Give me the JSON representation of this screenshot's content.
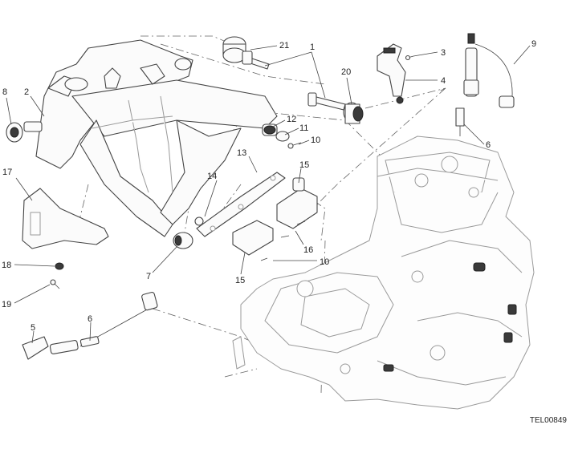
{
  "diagram": {
    "reference_code": "TEL00849",
    "callouts": [
      {
        "id": "c21",
        "label": "21"
      },
      {
        "id": "c1",
        "label": "1"
      },
      {
        "id": "c3",
        "label": "3"
      },
      {
        "id": "c4",
        "label": "4"
      },
      {
        "id": "c9",
        "label": "9"
      },
      {
        "id": "c8",
        "label": "8"
      },
      {
        "id": "c2",
        "label": "2"
      },
      {
        "id": "c20",
        "label": "20"
      },
      {
        "id": "c12",
        "label": "12"
      },
      {
        "id": "c11",
        "label": "11"
      },
      {
        "id": "c10a",
        "label": "10"
      },
      {
        "id": "c6a",
        "label": "6"
      },
      {
        "id": "c13",
        "label": "13"
      },
      {
        "id": "c14",
        "label": "14"
      },
      {
        "id": "c15a",
        "label": "15"
      },
      {
        "id": "c17",
        "label": "17"
      },
      {
        "id": "c16",
        "label": "16"
      },
      {
        "id": "c10b",
        "label": "10"
      },
      {
        "id": "c7",
        "label": "7"
      },
      {
        "id": "c15b",
        "label": "15"
      },
      {
        "id": "c18",
        "label": "18"
      },
      {
        "id": "c19",
        "label": "19"
      },
      {
        "id": "c5",
        "label": "5"
      },
      {
        "id": "c6b",
        "label": "6"
      }
    ]
  }
}
